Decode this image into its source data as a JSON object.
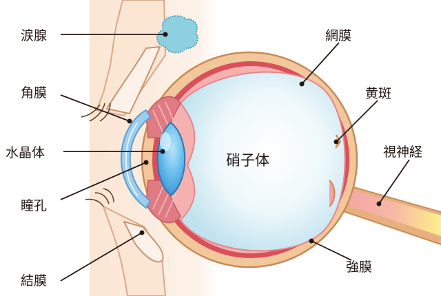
{
  "diagram": {
    "labels": {
      "lacrimal_gland": "涙腺",
      "cornea": "角膜",
      "lens": "水晶体",
      "pupil": "瞳孔",
      "conjunctiva": "結膜",
      "retina": "網膜",
      "macula": "黄斑",
      "optic_nerve": "視神経",
      "sclera": "強膜",
      "vitreous": "硝子体"
    }
  }
}
